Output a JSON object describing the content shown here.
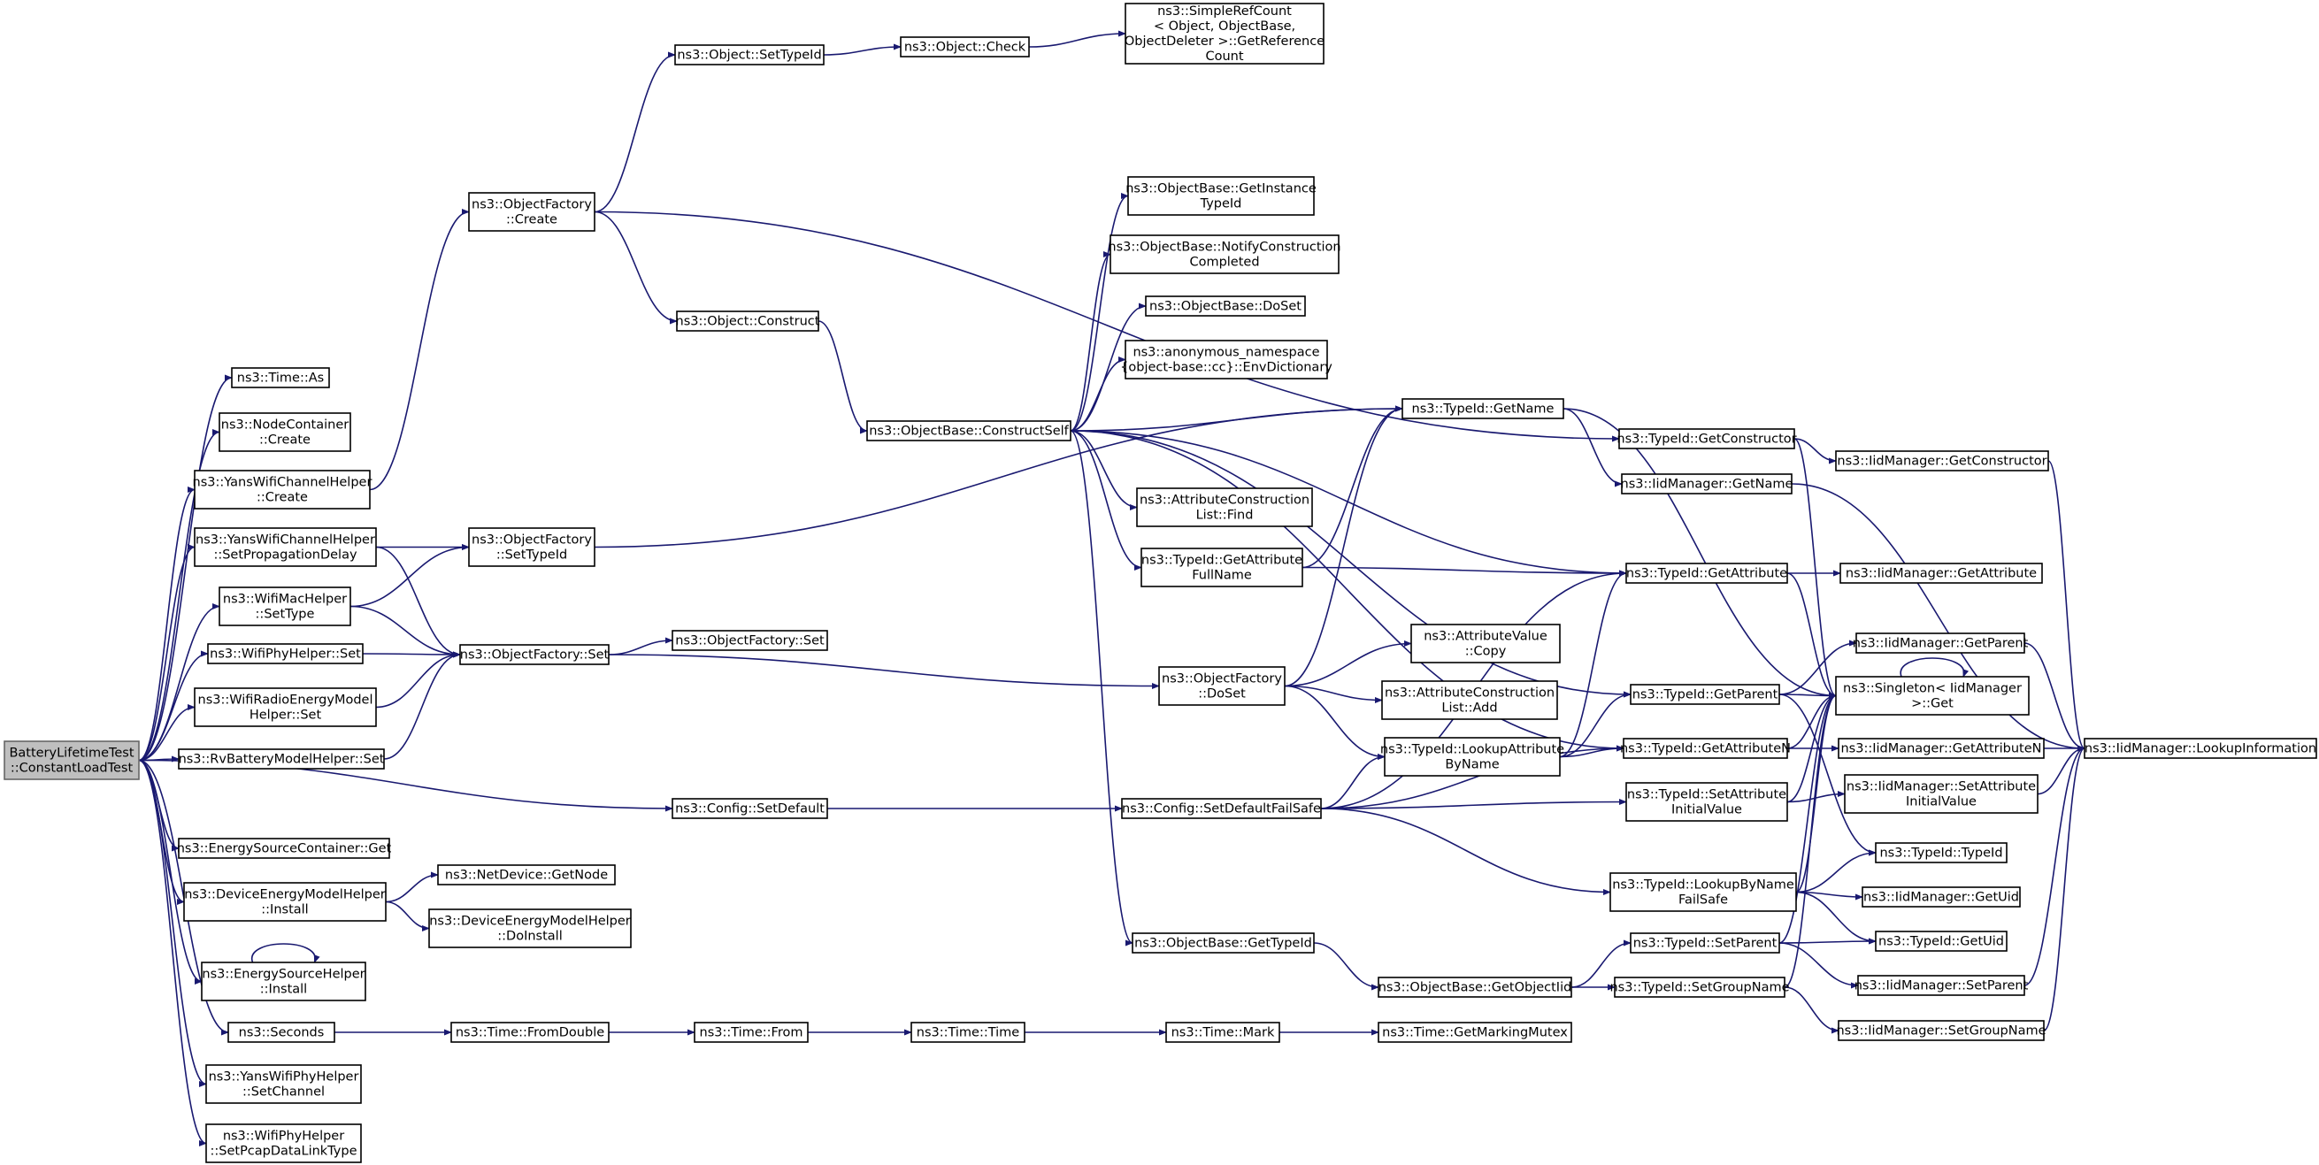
{
  "root": {
    "id": "root",
    "lines": [
      "BatteryLifetimeTest",
      "::ConstantLoadTest"
    ]
  },
  "nodes": [
    {
      "id": "time_as",
      "lines": [
        "ns3::Time::As"
      ]
    },
    {
      "id": "nodecontainer_create",
      "lines": [
        "ns3::NodeContainer",
        "::Create"
      ]
    },
    {
      "id": "yanswifichannelhelper_create",
      "lines": [
        "ns3::YansWifiChannelHelper",
        "::Create"
      ]
    },
    {
      "id": "yanswifichannelhelper_setpropagationdelay",
      "lines": [
        "ns3::YansWifiChannelHelper",
        "::SetPropagationDelay"
      ]
    },
    {
      "id": "wifimachelper_settype",
      "lines": [
        "ns3::WifiMacHelper",
        "::SetType"
      ]
    },
    {
      "id": "wifiphyhelper_set",
      "lines": [
        "ns3::WifiPhyHelper::Set"
      ]
    },
    {
      "id": "wifiradioenergymodelhelper_set",
      "lines": [
        "ns3::WifiRadioEnergyModel",
        "Helper::Set"
      ]
    },
    {
      "id": "rvbatterymodelhelper_set",
      "lines": [
        "ns3::RvBatteryModelHelper::Set"
      ]
    },
    {
      "id": "energysourcecontainer_get",
      "lines": [
        "ns3::EnergySourceContainer::Get"
      ]
    },
    {
      "id": "deviceenergymodelhelper_install",
      "lines": [
        "ns3::DeviceEnergyModelHelper",
        "::Install"
      ]
    },
    {
      "id": "energysourcehelper_install",
      "lines": [
        "ns3::EnergySourceHelper",
        "::Install"
      ]
    },
    {
      "id": "seconds",
      "lines": [
        "ns3::Seconds"
      ]
    },
    {
      "id": "yanswifiphyhelper_setchannel",
      "lines": [
        "ns3::YansWifiPhyHelper",
        "::SetChannel"
      ]
    },
    {
      "id": "wifiphyhelper_setpcapdatalinktype",
      "lines": [
        "ns3::WifiPhyHelper",
        "::SetPcapDataLinkType"
      ]
    },
    {
      "id": "objectfactory_create",
      "lines": [
        "ns3::ObjectFactory",
        "::Create"
      ]
    },
    {
      "id": "objectfactory_settypeid",
      "lines": [
        "ns3::ObjectFactory",
        "::SetTypeId"
      ]
    },
    {
      "id": "objectfactory_set",
      "lines": [
        "ns3::ObjectFactory::Set"
      ]
    },
    {
      "id": "netdevice_getnode",
      "lines": [
        "ns3::NetDevice::GetNode"
      ]
    },
    {
      "id": "deviceenergymodelhelper_doinstall",
      "lines": [
        "ns3::DeviceEnergyModelHelper",
        "::DoInstall"
      ]
    },
    {
      "id": "time_fromdouble",
      "lines": [
        "ns3::Time::FromDouble"
      ]
    },
    {
      "id": "object_settypeid",
      "lines": [
        "ns3::Object::SetTypeId"
      ]
    },
    {
      "id": "object_construct",
      "lines": [
        "ns3::Object::Construct"
      ]
    },
    {
      "id": "objectfactory_set2",
      "lines": [
        "ns3::ObjectFactory::Set"
      ]
    },
    {
      "id": "config_setdefault",
      "lines": [
        "ns3::Config::SetDefault"
      ]
    },
    {
      "id": "time_from",
      "lines": [
        "ns3::Time::From"
      ]
    },
    {
      "id": "object_check",
      "lines": [
        "ns3::Object::Check"
      ]
    },
    {
      "id": "objectbase_constructself",
      "lines": [
        "ns3::ObjectBase::ConstructSelf"
      ]
    },
    {
      "id": "time_time",
      "lines": [
        "ns3::Time::Time"
      ]
    },
    {
      "id": "simplerefcount_getreferencecount",
      "lines": [
        "ns3::SimpleRefCount",
        "< Object, ObjectBase,",
        " ObjectDeleter >::GetReference",
        "Count"
      ]
    },
    {
      "id": "objectbase_getinstancetypeid",
      "lines": [
        "ns3::ObjectBase::GetInstance",
        "TypeId"
      ]
    },
    {
      "id": "objectbase_notifyconstructioncompleted",
      "lines": [
        "ns3::ObjectBase::NotifyConstruction",
        "Completed"
      ]
    },
    {
      "id": "objectbase_doset",
      "lines": [
        "ns3::ObjectBase::DoSet"
      ]
    },
    {
      "id": "anonymous_envdictionary",
      "lines": [
        "ns3::anonymous_namespace",
        "{object-base::cc}::EnvDictionary"
      ]
    },
    {
      "id": "attributeconstructionlist_find",
      "lines": [
        "ns3::AttributeConstruction",
        "List::Find"
      ]
    },
    {
      "id": "typeid_getattributefullname",
      "lines": [
        "ns3::TypeId::GetAttribute",
        "FullName"
      ]
    },
    {
      "id": "objectfactory_doset",
      "lines": [
        "ns3::ObjectFactory",
        "::DoSet"
      ]
    },
    {
      "id": "config_setdefaultfailsafe",
      "lines": [
        "ns3::Config::SetDefaultFailSafe"
      ]
    },
    {
      "id": "objectbase_gettypeid",
      "lines": [
        "ns3::ObjectBase::GetTypeId"
      ]
    },
    {
      "id": "time_mark",
      "lines": [
        "ns3::Time::Mark"
      ]
    },
    {
      "id": "typeid_getname",
      "lines": [
        "ns3::TypeId::GetName"
      ]
    },
    {
      "id": "attributevalue_copy",
      "lines": [
        "ns3::AttributeValue",
        "::Copy"
      ]
    },
    {
      "id": "attributeconstructionlist_add",
      "lines": [
        "ns3::AttributeConstruction",
        "List::Add"
      ]
    },
    {
      "id": "typeid_lookupattributebyname",
      "lines": [
        "ns3::TypeId::LookupAttribute",
        "ByName"
      ]
    },
    {
      "id": "objectbase_getobjectiid",
      "lines": [
        "ns3::ObjectBase::GetObjectIid"
      ]
    },
    {
      "id": "time_getmarkingmutex",
      "lines": [
        "ns3::Time::GetMarkingMutex"
      ]
    },
    {
      "id": "typeid_getconstructor",
      "lines": [
        "ns3::TypeId::GetConstructor"
      ]
    },
    {
      "id": "iidmanager_getname",
      "lines": [
        "ns3::IidManager::GetName"
      ]
    },
    {
      "id": "typeid_getattribute",
      "lines": [
        "ns3::TypeId::GetAttribute"
      ]
    },
    {
      "id": "typeid_getparent",
      "lines": [
        "ns3::TypeId::GetParent"
      ]
    },
    {
      "id": "typeid_getattributen",
      "lines": [
        "ns3::TypeId::GetAttributeN"
      ]
    },
    {
      "id": "typeid_setattributeinitialvalue",
      "lines": [
        "ns3::TypeId::SetAttribute",
        "InitialValue"
      ]
    },
    {
      "id": "typeid_lookupbynamefailsafe",
      "lines": [
        "ns3::TypeId::LookupByName",
        "FailSafe"
      ]
    },
    {
      "id": "typeid_setparent",
      "lines": [
        "ns3::TypeId::SetParent"
      ]
    },
    {
      "id": "typeid_setgroupname",
      "lines": [
        "ns3::TypeId::SetGroupName"
      ]
    },
    {
      "id": "iidmanager_getconstructor",
      "lines": [
        "ns3::IidManager::GetConstructor"
      ]
    },
    {
      "id": "iidmanager_getattribute",
      "lines": [
        "ns3::IidManager::GetAttribute"
      ]
    },
    {
      "id": "iidmanager_getparent",
      "lines": [
        "ns3::IidManager::GetParent"
      ]
    },
    {
      "id": "singleton_get",
      "lines": [
        "ns3::Singleton< IidManager",
        " >::Get"
      ]
    },
    {
      "id": "iidmanager_getattributen",
      "lines": [
        "ns3::IidManager::GetAttributeN"
      ]
    },
    {
      "id": "iidmanager_setattributeinitialvalue",
      "lines": [
        "ns3::IidManager::SetAttribute",
        "InitialValue"
      ]
    },
    {
      "id": "typeid_typeid",
      "lines": [
        "ns3::TypeId::TypeId"
      ]
    },
    {
      "id": "iidmanager_getuid",
      "lines": [
        "ns3::IidManager::GetUid"
      ]
    },
    {
      "id": "typeid_getuid",
      "lines": [
        "ns3::TypeId::GetUid"
      ]
    },
    {
      "id": "iidmanager_setparent",
      "lines": [
        "ns3::IidManager::SetParent"
      ]
    },
    {
      "id": "iidmanager_setgroupname",
      "lines": [
        "ns3::IidManager::SetGroupName"
      ]
    },
    {
      "id": "iidmanager_lookupinformation",
      "lines": [
        "ns3::IidManager::LookupInformation"
      ]
    }
  ],
  "edges": [
    [
      "root",
      "time_as"
    ],
    [
      "root",
      "nodecontainer_create"
    ],
    [
      "root",
      "yanswifichannelhelper_create"
    ],
    [
      "root",
      "yanswifichannelhelper_setpropagationdelay"
    ],
    [
      "root",
      "wifimachelper_settype"
    ],
    [
      "root",
      "wifiphyhelper_set"
    ],
    [
      "root",
      "wifiradioenergymodelhelper_set"
    ],
    [
      "root",
      "rvbatterymodelhelper_set"
    ],
    [
      "root",
      "config_setdefault"
    ],
    [
      "root",
      "energysourcecontainer_get"
    ],
    [
      "root",
      "deviceenergymodelhelper_install"
    ],
    [
      "root",
      "energysourcehelper_install"
    ],
    [
      "root",
      "seconds"
    ],
    [
      "root",
      "yanswifiphyhelper_setchannel"
    ],
    [
      "root",
      "wifiphyhelper_setpcapdatalinktype"
    ],
    [
      "yanswifichannelhelper_create",
      "objectfactory_create"
    ],
    [
      "yanswifichannelhelper_setpropagationdelay",
      "objectfactory_settypeid"
    ],
    [
      "yanswifichannelhelper_setpropagationdelay",
      "objectfactory_set"
    ],
    [
      "wifimachelper_settype",
      "objectfactory_settypeid"
    ],
    [
      "wifimachelper_settype",
      "objectfactory_set"
    ],
    [
      "wifiphyhelper_set",
      "objectfactory_set"
    ],
    [
      "wifiradioenergymodelhelper_set",
      "objectfactory_set"
    ],
    [
      "rvbatterymodelhelper_set",
      "objectfactory_set"
    ],
    [
      "deviceenergymodelhelper_install",
      "netdevice_getnode"
    ],
    [
      "deviceenergymodelhelper_install",
      "deviceenergymodelhelper_doinstall"
    ],
    [
      "energysourcehelper_install",
      "energysourcehelper_install"
    ],
    [
      "seconds",
      "time_fromdouble"
    ],
    [
      "objectfactory_create",
      "object_settypeid"
    ],
    [
      "objectfactory_create",
      "object_construct"
    ],
    [
      "objectfactory_create",
      "typeid_getconstructor"
    ],
    [
      "objectfactory_settypeid",
      "typeid_getname"
    ],
    [
      "objectfactory_set",
      "objectfactory_set2"
    ],
    [
      "objectfactory_set",
      "objectfactory_doset"
    ],
    [
      "config_setdefault",
      "config_setdefaultfailsafe"
    ],
    [
      "time_fromdouble",
      "time_from"
    ],
    [
      "object_settypeid",
      "object_check"
    ],
    [
      "object_check",
      "simplerefcount_getreferencecount"
    ],
    [
      "object_construct",
      "objectbase_constructself"
    ],
    [
      "time_from",
      "time_time"
    ],
    [
      "time_time",
      "time_mark"
    ],
    [
      "time_mark",
      "time_getmarkingmutex"
    ],
    [
      "objectbase_constructself",
      "objectbase_getinstancetypeid"
    ],
    [
      "objectbase_constructself",
      "objectbase_notifyconstructioncompleted"
    ],
    [
      "objectbase_constructself",
      "objectbase_doset"
    ],
    [
      "objectbase_constructself",
      "anonymous_envdictionary"
    ],
    [
      "objectbase_constructself",
      "typeid_getname"
    ],
    [
      "objectbase_constructself",
      "attributeconstructionlist_find"
    ],
    [
      "objectbase_constructself",
      "typeid_getattributefullname"
    ],
    [
      "objectbase_constructself",
      "typeid_getattribute"
    ],
    [
      "objectbase_constructself",
      "typeid_getparent"
    ],
    [
      "objectbase_constructself",
      "typeid_getattributen"
    ],
    [
      "objectbase_constructself",
      "objectbase_gettypeid"
    ],
    [
      "typeid_getattributefullname",
      "typeid_getname"
    ],
    [
      "typeid_getattributefullname",
      "typeid_getattribute"
    ],
    [
      "objectfactory_doset",
      "typeid_getname"
    ],
    [
      "objectfactory_doset",
      "attributevalue_copy"
    ],
    [
      "objectfactory_doset",
      "attributeconstructionlist_add"
    ],
    [
      "objectfactory_doset",
      "typeid_lookupattributebyname"
    ],
    [
      "config_setdefaultfailsafe",
      "typeid_lookupattributebyname"
    ],
    [
      "config_setdefaultfailsafe",
      "typeid_getattribute"
    ],
    [
      "config_setdefaultfailsafe",
      "typeid_getattributen"
    ],
    [
      "config_setdefaultfailsafe",
      "typeid_setattributeinitialvalue"
    ],
    [
      "config_setdefaultfailsafe",
      "typeid_lookupbynamefailsafe"
    ],
    [
      "objectbase_gettypeid",
      "objectbase_getobjectiid"
    ],
    [
      "objectbase_getobjectiid",
      "typeid_setparent"
    ],
    [
      "objectbase_getobjectiid",
      "typeid_setgroupname"
    ],
    [
      "typeid_lookupattributebyname",
      "typeid_getattribute"
    ],
    [
      "typeid_lookupattributebyname",
      "typeid_getparent"
    ],
    [
      "typeid_lookupattributebyname",
      "typeid_getattributen"
    ],
    [
      "typeid_getname",
      "iidmanager_getname"
    ],
    [
      "typeid_getname",
      "singleton_get"
    ],
    [
      "typeid_getconstructor",
      "iidmanager_getconstructor"
    ],
    [
      "typeid_getconstructor",
      "singleton_get"
    ],
    [
      "typeid_getattribute",
      "iidmanager_getattribute"
    ],
    [
      "typeid_getattribute",
      "singleton_get"
    ],
    [
      "typeid_getparent",
      "iidmanager_getparent"
    ],
    [
      "typeid_getparent",
      "singleton_get"
    ],
    [
      "typeid_getparent",
      "typeid_typeid"
    ],
    [
      "typeid_getattributen",
      "iidmanager_getattributen"
    ],
    [
      "typeid_getattributen",
      "singleton_get"
    ],
    [
      "typeid_setattributeinitialvalue",
      "iidmanager_setattributeinitialvalue"
    ],
    [
      "typeid_setattributeinitialvalue",
      "singleton_get"
    ],
    [
      "typeid_lookupbynamefailsafe",
      "singleton_get"
    ],
    [
      "typeid_lookupbynamefailsafe",
      "typeid_typeid"
    ],
    [
      "typeid_lookupbynamefailsafe",
      "iidmanager_getuid"
    ],
    [
      "typeid_lookupbynamefailsafe",
      "typeid_getuid"
    ],
    [
      "typeid_setparent",
      "singleton_get"
    ],
    [
      "typeid_setparent",
      "typeid_getuid"
    ],
    [
      "typeid_setparent",
      "iidmanager_setparent"
    ],
    [
      "typeid_setgroupname",
      "singleton_get"
    ],
    [
      "typeid_setgroupname",
      "iidmanager_setgroupname"
    ],
    [
      "iidmanager_getname",
      "iidmanager_lookupinformation"
    ],
    [
      "iidmanager_getconstructor",
      "iidmanager_lookupinformation"
    ],
    [
      "iidmanager_getparent",
      "iidmanager_lookupinformation"
    ],
    [
      "iidmanager_getattributen",
      "iidmanager_lookupinformation"
    ],
    [
      "iidmanager_setattributeinitialvalue",
      "iidmanager_lookupinformation"
    ],
    [
      "iidmanager_setparent",
      "iidmanager_lookupinformation"
    ],
    [
      "iidmanager_setgroupname",
      "iidmanager_lookupinformation"
    ],
    [
      "singleton_get",
      "singleton_get"
    ]
  ],
  "colors": {
    "edge": "#191970",
    "node_border": "#000000",
    "root_fill": "#bfbfbf",
    "root_border": "#666666",
    "background": "#ffffff"
  }
}
